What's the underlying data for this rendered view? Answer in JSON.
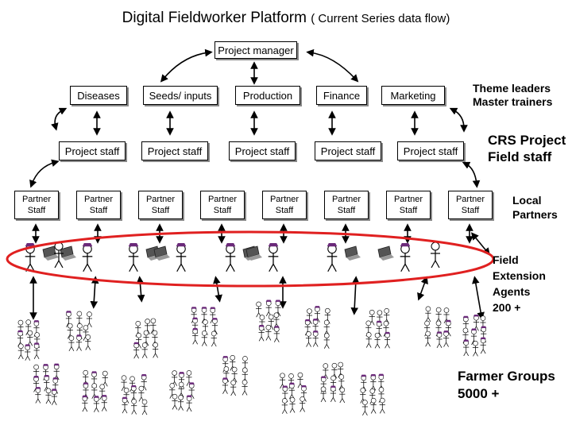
{
  "title": "Digital Fieldworker Platform",
  "subtitle": "( Current Series data flow)",
  "manager": "Project manager",
  "themes": [
    "Diseases",
    "Seeds/ inputs",
    "Production",
    "Finance",
    "Marketing"
  ],
  "project_staff": [
    "Project staff",
    "Project staff",
    "Project staff",
    "Project staff",
    "Project staff"
  ],
  "partner_staff": [
    "Partner Staff",
    "Partner Staff",
    "Partner Staff",
    "Partner Staff",
    "Partner Staff",
    "Partner Staff",
    "Partner Staff",
    "Partner Staff"
  ],
  "labels": {
    "theme_leaders": "Theme leaders\nMaster trainers",
    "crs_field": "CRS Project\nField staff",
    "local_partners": "Local\nPartners",
    "field_agents": "Field\nExtension\nAgents\n200 +",
    "farmer_groups": "Farmer Groups\n5000 +"
  },
  "colors": {
    "highlight": "#e02020",
    "hat": "#6b2a7a",
    "laptop": "#555555"
  }
}
